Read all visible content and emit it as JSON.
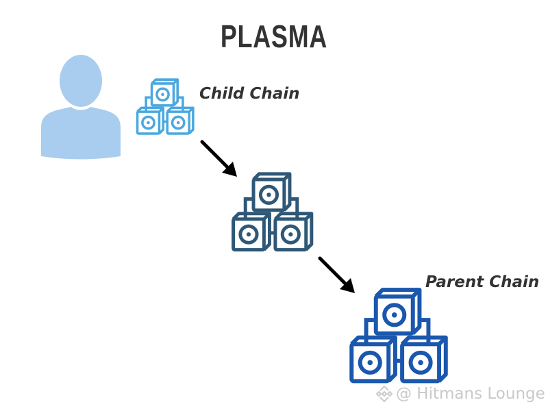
{
  "title": "PLASMA",
  "nodes": {
    "user": {
      "icon": "user-icon",
      "color": "#a9cdef"
    },
    "child_chain": {
      "label": "Child Chain",
      "icon": "blockchain-icon",
      "color": "#4aa8e0"
    },
    "intermediate_chain": {
      "icon": "blockchain-icon",
      "color": "#2f5877"
    },
    "parent_chain": {
      "label": "Parent Chain",
      "icon": "blockchain-icon",
      "color": "#1a57ad"
    }
  },
  "edges": [
    {
      "from": "child_chain",
      "to": "intermediate_chain",
      "style": "arrow",
      "color": "#000000"
    },
    {
      "from": "intermediate_chain",
      "to": "parent_chain",
      "style": "arrow",
      "color": "#000000"
    }
  ],
  "text_color": "#333333",
  "watermark": {
    "icon": "binance-logo-icon",
    "text": "@ Hitmans Lounge",
    "color": "#c9c9c9"
  }
}
